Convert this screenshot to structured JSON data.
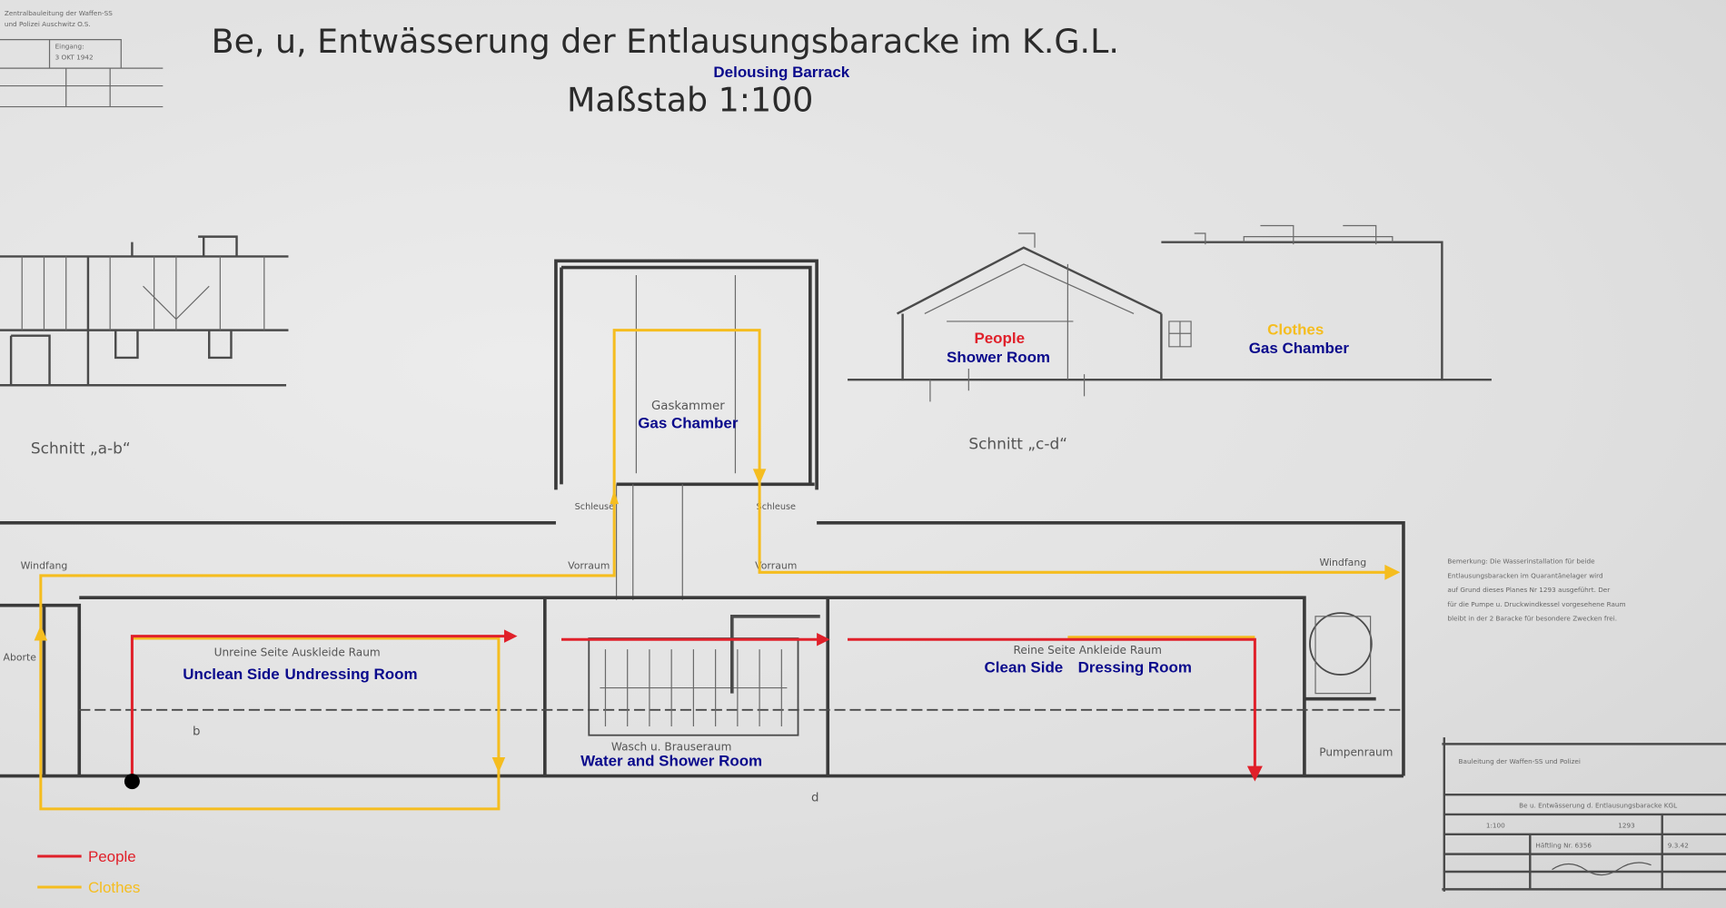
{
  "title": "Be, u, Entwässerung der Entlausungsbaracke im K.G.L.",
  "subtitle_en": "Delousing Barrack",
  "scale": "Maßstab 1:100",
  "stamp": {
    "line1": "Zentralbauleitung der Waffen-SS",
    "line2": "und Polizei Auschwitz O.S.",
    "received_label": "Eingang:",
    "received_date": "3 OKT 1942"
  },
  "sections": {
    "ab": "Schnitt „a-b“",
    "cd": "Schnitt „c-d“"
  },
  "section_labels": {
    "people": "People",
    "shower_room": "Shower Room",
    "clothes": "Clothes",
    "gas_chamber": "Gas Chamber"
  },
  "rooms": {
    "gaskammer": "Gaskammer",
    "gas_chamber_en": "Gas Chamber",
    "schleuse_left": "Schleuse",
    "schleuse_right": "Schleuse",
    "vorraum_left": "Vorraum",
    "vorraum_right": "Vorraum",
    "windfang_left": "Windfang",
    "windfang_right": "Windfang",
    "aborte": "Aborte",
    "unclean_de": "Unreine Seite Auskleide Raum",
    "unclean_en": "Unclean Side",
    "undressing_en": "Undressing Room",
    "wash_de": "Wasch u. Brauseraum",
    "wash_en": "Water and Shower Room",
    "clean_de": "Reine Seite Ankleide Raum",
    "clean_en": "Clean Side",
    "dressing_en": "Dressing Room",
    "pump": "Pumpenraum",
    "mark_b": "b",
    "mark_d": "d"
  },
  "remark": [
    "Bemerkung: Die Wasserinstallation für beide",
    "Entlausungsbaracken im Quarantänelager wird",
    "auf Grund dieses Planes Nr 1293 ausgeführt. Der",
    "für die Pumpe u. Druckwindkessel vorgesehene Raum",
    "bleibt in der 2 Baracke für besondere Zwecken frei."
  ],
  "title_block": {
    "office": "Bauleitung der Waffen-SS und Polizei",
    "drawing": "Be u. Entwässerung d. Entlausungsbaracke KGL",
    "scale": "1:100",
    "number": "1293",
    "drawn_by": "Häftling Nr. 6356",
    "date": "9.3.42"
  },
  "legend": [
    {
      "label": "People",
      "color": "#e0202a"
    },
    {
      "label": "Clothes",
      "color": "#f5bd1f"
    }
  ],
  "colors": {
    "people": "#e0202a",
    "clothes": "#f5bd1f",
    "annotation": "#0a0a8c"
  }
}
